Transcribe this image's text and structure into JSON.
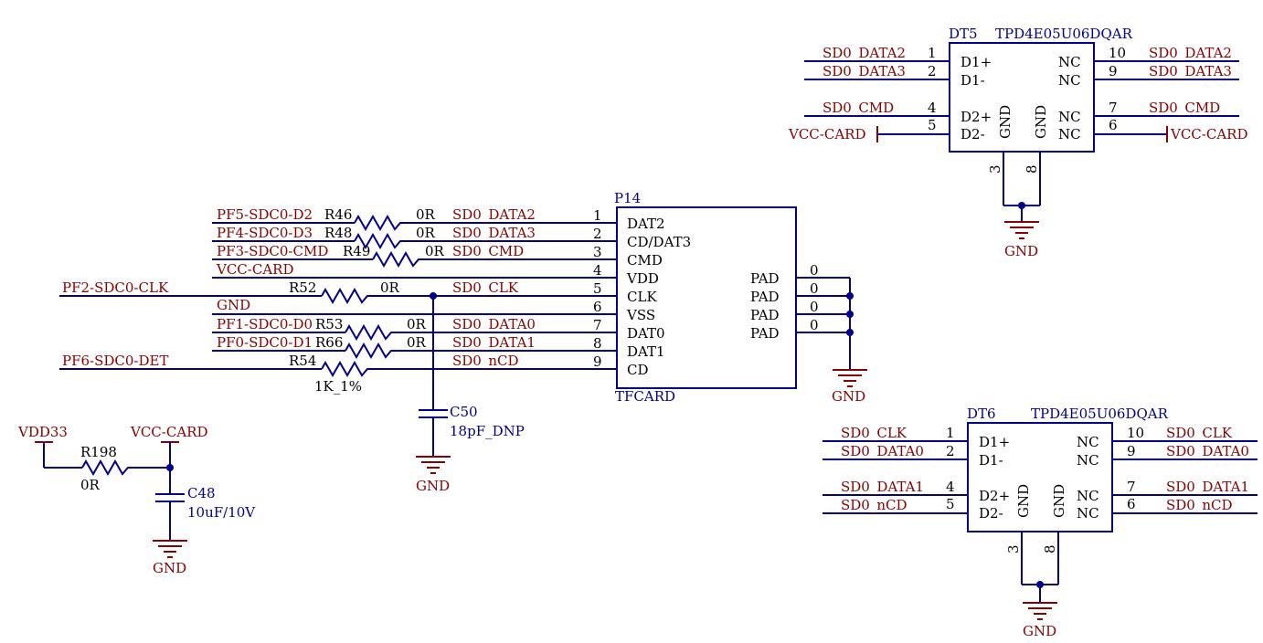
{
  "colors": {
    "wire": "#00008b",
    "net_label": "#8b0000",
    "text": "#000000",
    "background": "#ffffff"
  },
  "p14": {
    "designator": "P14",
    "value": "TFCARD",
    "left_pins": [
      {
        "num": "1",
        "name": "DAT2"
      },
      {
        "num": "2",
        "name": "CD/DAT3"
      },
      {
        "num": "3",
        "name": "CMD"
      },
      {
        "num": "4",
        "name": "VDD"
      },
      {
        "num": "5",
        "name": "CLK"
      },
      {
        "num": "6",
        "name": "VSS"
      },
      {
        "num": "7",
        "name": "DAT0"
      },
      {
        "num": "8",
        "name": "DAT1"
      },
      {
        "num": "9",
        "name": "CD"
      }
    ],
    "right_pins": [
      {
        "num": "0",
        "name": "PAD"
      },
      {
        "num": "0",
        "name": "PAD"
      },
      {
        "num": "0",
        "name": "PAD"
      },
      {
        "num": "0",
        "name": "PAD"
      }
    ]
  },
  "left_nets": {
    "pf5": "PF5-SDC0-D2",
    "pf4": "PF4-SDC0-D3",
    "pf3": "PF3-SDC0-CMD",
    "vcc": "VCC-CARD",
    "pf2": "PF2-SDC0-CLK",
    "gnd": "GND",
    "pf1": "PF1-SDC0-D0",
    "pf0": "PF0-SDC0-D1",
    "pf6": "PF6-SDC0-DET"
  },
  "resistors": {
    "r46": {
      "ref": "R46",
      "value": "0R"
    },
    "r48": {
      "ref": "R48",
      "value": "0R"
    },
    "r49": {
      "ref": "R49",
      "value": "0R"
    },
    "r52": {
      "ref": "R52",
      "value": "0R"
    },
    "r53": {
      "ref": "R53",
      "value": "0R"
    },
    "r66": {
      "ref": "R66",
      "value": "0R"
    },
    "r54": {
      "ref": "R54",
      "value": "1K_1%"
    },
    "r198": {
      "ref": "R198",
      "value": "0R"
    }
  },
  "mid_nets": {
    "data2": "SD0_DATA2",
    "data3": "SD0_DATA3",
    "cmd": "SD0_CMD",
    "clk": "SD0_CLK",
    "data0": "SD0_DATA0",
    "data1": "SD0_DATA1",
    "ncd": "SD0_nCD"
  },
  "c50": {
    "ref": "C50",
    "value": "18pF_DNP"
  },
  "c48": {
    "ref": "C48",
    "value": "10uF/10V"
  },
  "power": {
    "vdd33": "VDD33",
    "vcc_card": "VCC-CARD",
    "gnd": "GND"
  },
  "dt5": {
    "designator": "DT5",
    "part": "TPD4E05U06DQAR",
    "pin_names": {
      "d1p": "D1+",
      "d1m": "D1-",
      "d2p": "D2+",
      "d2m": "D2-",
      "nc": "NC",
      "gnd": "GND"
    },
    "pin_nums": {
      "p1": "1",
      "p2": "2",
      "p4": "4",
      "p5": "5",
      "p10": "10",
      "p9": "9",
      "p7": "7",
      "p6": "6",
      "p3": "3",
      "p8": "8"
    },
    "nets": {
      "p1": "SD0_DATA2",
      "p2": "SD0_DATA3",
      "p4": "SD0_CMD",
      "p5": "VCC-CARD",
      "p10": "SD0_DATA2",
      "p9": "SD0_DATA3",
      "p7": "SD0_CMD",
      "p6": "VCC-CARD"
    },
    "gnd": "GND"
  },
  "dt6": {
    "designator": "DT6",
    "part": "TPD4E05U06DQAR",
    "pin_names": {
      "d1p": "D1+",
      "d1m": "D1-",
      "d2p": "D2+",
      "d2m": "D2-",
      "nc": "NC",
      "gnd": "GND"
    },
    "pin_nums": {
      "p1": "1",
      "p2": "2",
      "p4": "4",
      "p5": "5",
      "p10": "10",
      "p9": "9",
      "p7": "7",
      "p6": "6",
      "p3": "3",
      "p8": "8"
    },
    "nets": {
      "p1": "SD0_CLK",
      "p2": "SD0_DATA0",
      "p4": "SD0_DATA1",
      "p5": "SD0_nCD",
      "p10": "SD0_CLK",
      "p9": "SD0_DATA0",
      "p7": "SD0_DATA1",
      "p6": "SD0_nCD"
    },
    "gnd": "GND"
  }
}
